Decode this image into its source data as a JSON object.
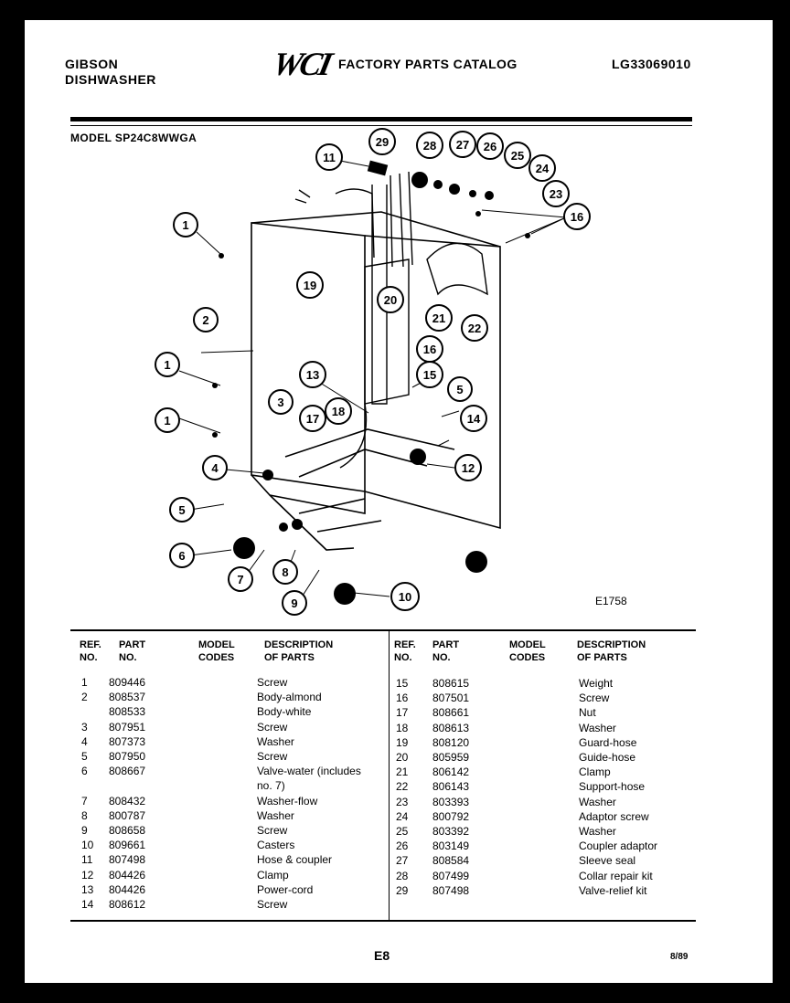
{
  "header": {
    "brand_line1": "GIBSON",
    "brand_line2": "DISHWASHER",
    "logo": "WCI",
    "catalog_title": "FACTORY PARTS CATALOG",
    "catalog_number": "LG33069010"
  },
  "model": "MODEL SP24C8WWGA",
  "figure_id": "E1758",
  "callouts": [
    "1",
    "2",
    "1",
    "1",
    "3",
    "4",
    "5",
    "6",
    "7",
    "8",
    "9",
    "10",
    "11",
    "12",
    "13",
    "14",
    "15",
    "16",
    "16",
    "17",
    "18",
    "19",
    "20",
    "21",
    "22",
    "23",
    "24",
    "25",
    "26",
    "27",
    "28",
    "29",
    "5"
  ],
  "table": {
    "headers": {
      "ref_line1": "REF.",
      "ref_line2": "NO.",
      "part_line1": "PART",
      "part_line2": "NO.",
      "model_line1": "MODEL",
      "model_line2": "CODES",
      "desc_line1": "DESCRIPTION",
      "desc_line2": "OF PARTS"
    },
    "left_rows": [
      {
        "ref": "1",
        "part": "809446",
        "desc": "Screw"
      },
      {
        "ref": "2",
        "part": "808537",
        "desc": "Body-almond"
      },
      {
        "ref": "",
        "part": "808533",
        "desc": "Body-white"
      },
      {
        "ref": "3",
        "part": "807951",
        "desc": "Screw"
      },
      {
        "ref": "4",
        "part": "807373",
        "desc": "Washer"
      },
      {
        "ref": "5",
        "part": "807950",
        "desc": "Screw"
      },
      {
        "ref": "6",
        "part": "808667",
        "desc": "Valve-water (includes"
      },
      {
        "ref": "",
        "part": "",
        "desc": "no. 7)"
      },
      {
        "ref": "7",
        "part": "808432",
        "desc": "Washer-flow"
      },
      {
        "ref": "8",
        "part": "800787",
        "desc": "Washer"
      },
      {
        "ref": "9",
        "part": "808658",
        "desc": "Screw"
      },
      {
        "ref": "10",
        "part": "809661",
        "desc": "Casters"
      },
      {
        "ref": "11",
        "part": "807498",
        "desc": "Hose & coupler"
      },
      {
        "ref": "12",
        "part": "804426",
        "desc": "Clamp"
      },
      {
        "ref": "13",
        "part": "804426",
        "desc": "Power-cord"
      },
      {
        "ref": "14",
        "part": "808612",
        "desc": "Screw"
      }
    ],
    "right_rows": [
      {
        "ref": "15",
        "part": "808615",
        "desc": "Weight"
      },
      {
        "ref": "16",
        "part": "807501",
        "desc": "Screw"
      },
      {
        "ref": "17",
        "part": "808661",
        "desc": "Nut"
      },
      {
        "ref": "18",
        "part": "808613",
        "desc": "Washer"
      },
      {
        "ref": "19",
        "part": "808120",
        "desc": "Guard-hose"
      },
      {
        "ref": "20",
        "part": "805959",
        "desc": "Guide-hose"
      },
      {
        "ref": "21",
        "part": "806142",
        "desc": "Clamp"
      },
      {
        "ref": "22",
        "part": "806143",
        "desc": "Support-hose"
      },
      {
        "ref": "23",
        "part": "803393",
        "desc": "Washer"
      },
      {
        "ref": "24",
        "part": "800792",
        "desc": "Adaptor screw"
      },
      {
        "ref": "25",
        "part": "803392",
        "desc": "Washer"
      },
      {
        "ref": "26",
        "part": "803149",
        "desc": "Coupler adaptor"
      },
      {
        "ref": "27",
        "part": "808584",
        "desc": "Sleeve seal"
      },
      {
        "ref": "28",
        "part": "807499",
        "desc": "Collar repair kit"
      },
      {
        "ref": "29",
        "part": "807498",
        "desc": "Valve-relief kit"
      }
    ]
  },
  "footer": {
    "page": "E8",
    "date": "8/89"
  }
}
